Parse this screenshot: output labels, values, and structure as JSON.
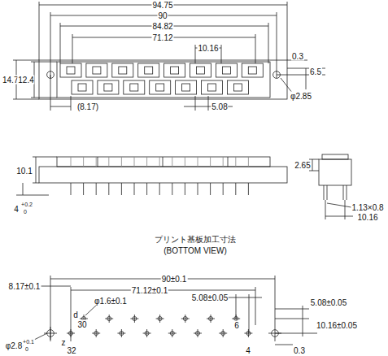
{
  "diagram": {
    "labels": [
      "94.75",
      "90",
      "84.82",
      "71.12",
      "10.16",
      "0.3",
      "14.7",
      "12.4",
      "6.5",
      "(8.17)",
      "5.08",
      "φ2.85",
      "10.1",
      "4",
      "+0.2",
      "0",
      "2.65",
      "1.13×0.8",
      "10.16",
      "プリント基板加工寸法",
      "(BOTTOM VIEW)",
      "90±0.1",
      "8.17±0.1",
      "71.12±0.1",
      "φ1.6±0.1",
      "5.08±0.05",
      "d",
      "30",
      "6",
      "5.08±0.05",
      "10.16±0.05",
      "φ2.8",
      "+0.1",
      "0",
      "z",
      "32",
      "4",
      "0.3"
    ]
  }
}
